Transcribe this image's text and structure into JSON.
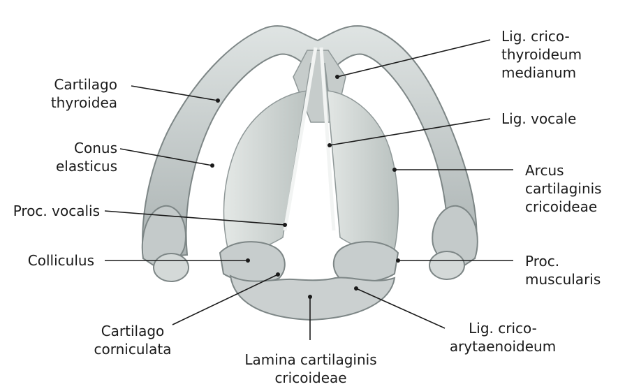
{
  "labels": {
    "cartilago_thyroidea": "Cartilago\nthyroidea",
    "conus_elasticus": "Conus\nelasticus",
    "proc_vocalis": "Proc. vocalis",
    "colliculus": "Colliculus",
    "cartilago_corniculata": "Cartilago\ncorniculata",
    "lamina_cartilaginis_cricoideae": "Lamina cartilaginis\ncricoideae",
    "lig_cricothyroideum_medianum": "Lig. crico-\nthyroideum\nmedianum",
    "lig_vocale": "Lig. vocale",
    "arcus_cartilaginis_cricoideae": "Arcus\ncartilaginis\ncricoideae",
    "proc_muscularis": "Proc.\nmuscularis",
    "lig_cricoarytaenoideum": "Lig. crico-\narytaenoideum"
  },
  "colors": {
    "cartilage": "#c9cfcf",
    "cartilage_shadow": "#8e9696",
    "membrane": "#d7dcda",
    "ligament": "#f4f6f5",
    "line": "#1a1a1a"
  }
}
